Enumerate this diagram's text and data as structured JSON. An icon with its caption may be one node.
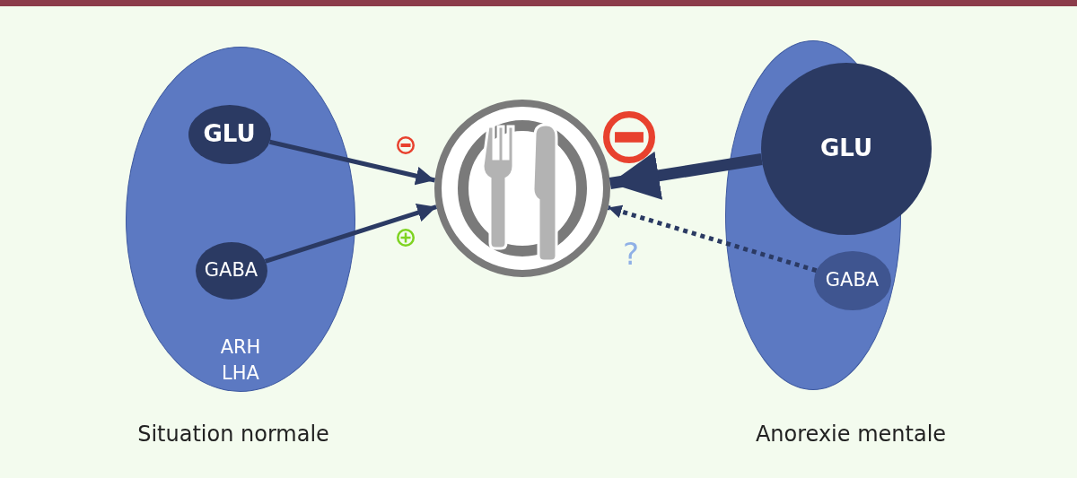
{
  "diagram": {
    "nodes": [
      {
        "text": [
          "ARH LHA"
        ],
        "beside": [
          "Situation normale"
        ]
      },
      {
        "text": [
          "GLU"
        ],
        "in": 0
      },
      {
        "text": [
          "GABA"
        ],
        "in": 0
      },
      {
        "text": [],
        "shape": "picture"
      },
      {
        "text": [],
        "shape": "ellipse",
        "beside": [
          "Anorexie mentale"
        ]
      },
      {
        "text": [
          "GLU"
        ]
      },
      {
        "text": [
          "GABA"
        ],
        "in": 4
      }
    ],
    "edges": [
      {
        "from": 1,
        "to": 3,
        "arrow": "to"
      },
      {
        "from": 2,
        "to": 3,
        "arrow": "to"
      },
      {
        "from": 5,
        "to": 3,
        "arrow": "to",
        "style": "thick"
      },
      {
        "from": 6,
        "to": 3,
        "arrow": "to",
        "style": "dashed",
        "label": "?"
      }
    ]
  }
}
